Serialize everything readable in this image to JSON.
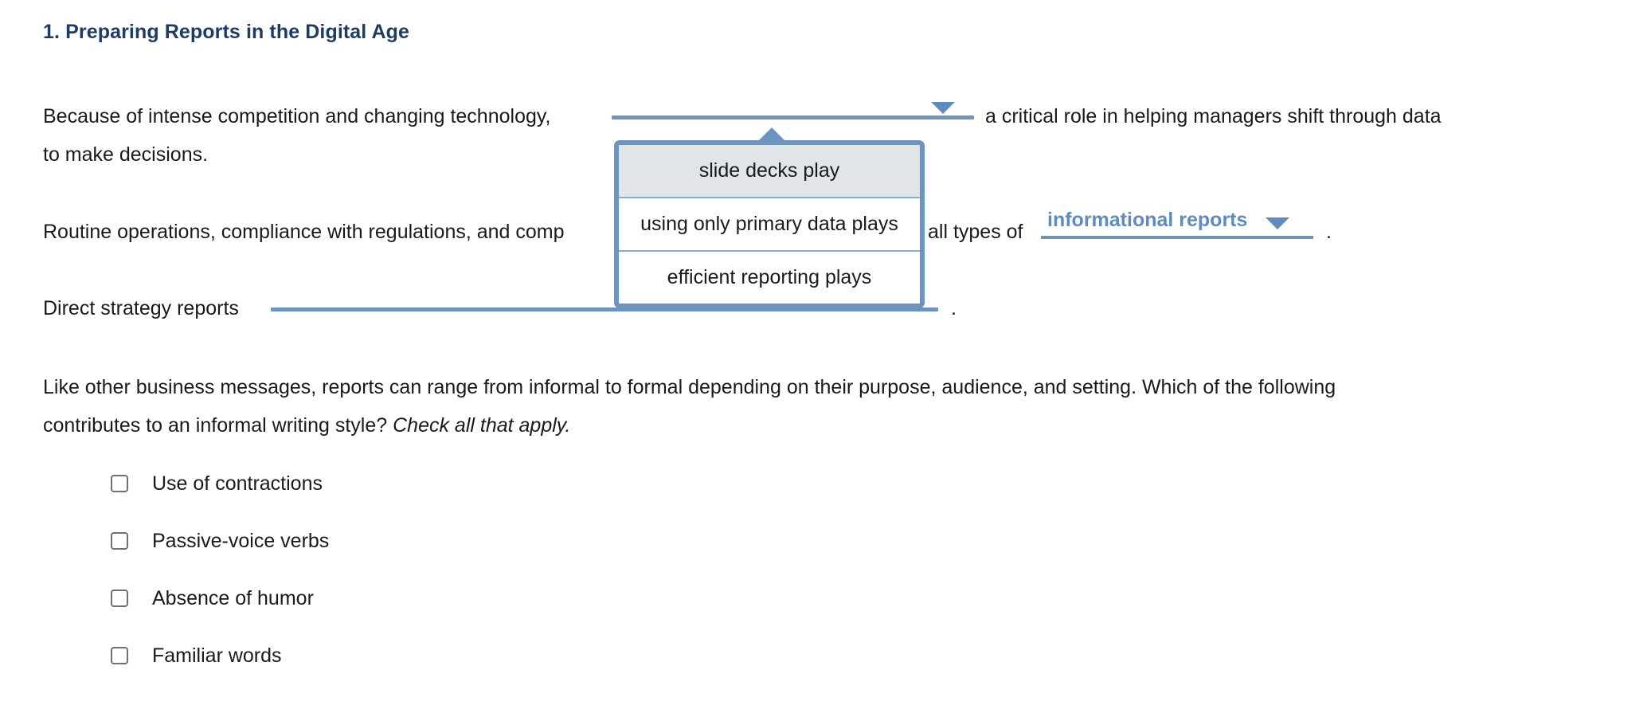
{
  "question": {
    "number_title": "1. Preparing Reports in the Digital Age"
  },
  "sentences": {
    "s1_before": "Because of intense competition and changing technology,",
    "s1_after": "a critical role in helping managers shift through data",
    "s1_line2": "to make decisions.",
    "s2_before": "Routine operations, compliance with regulations, and comp",
    "s2_middle": "all types of",
    "s2_after": ".",
    "s3_before": "Direct strategy reports",
    "s3_after": "."
  },
  "dropdowns": {
    "d1": {
      "value": "",
      "caret_icon": "chevron-down-icon",
      "state": "open"
    },
    "d2": {
      "value": "informational reports",
      "caret_icon": "chevron-down-icon",
      "state": "filled"
    },
    "d3": {
      "value": "",
      "caret_icon": "chevron-down-icon",
      "state": "empty"
    }
  },
  "dropdown_panel": {
    "options": [
      {
        "label": "slide decks play",
        "selected": true
      },
      {
        "label": "using only primary data plays",
        "selected": false
      },
      {
        "label": "efficient reporting plays",
        "selected": false
      }
    ]
  },
  "instructions": {
    "line1": "Like other business messages, reports can range from informal to formal depending on their purpose, audience, and setting. Which of the following",
    "line2_prefix": "contributes to an informal writing style?",
    "line2_italic": "Check all that apply."
  },
  "checkboxes": [
    {
      "label": "Use of contractions",
      "checked": false
    },
    {
      "label": "Passive-voice verbs",
      "checked": false
    },
    {
      "label": "Absence of humor",
      "checked": false
    },
    {
      "label": "Familiar words",
      "checked": false
    }
  ],
  "colors": {
    "title_navy": "#1d3c63",
    "dropdown_blue": "#6c94bf",
    "dropdown_text_blue": "#5e8dbd",
    "panel_border": "#6b95c0",
    "panel_selected_bg": "#dfe5e8",
    "body_text": "#1a1a1a"
  }
}
